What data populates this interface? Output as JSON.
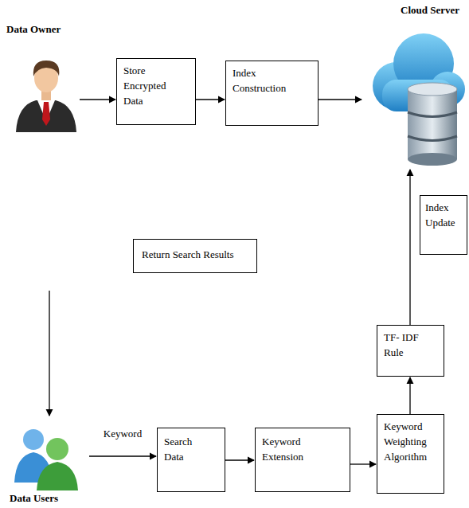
{
  "diagram": {
    "nodes": [
      {
        "text": [
          "Data Owner"
        ]
      },
      {
        "text": [
          "Store Encrypted Data"
        ]
      },
      {
        "text": [
          "Index Construction"
        ]
      },
      {
        "text": [
          "Cloud Server"
        ]
      },
      {
        "text": [
          "Index Update"
        ]
      },
      {
        "text": [
          "Return Search Results"
        ]
      },
      {
        "text": [
          "TF- IDF Rule"
        ]
      },
      {
        "text": [
          "Data Users"
        ]
      },
      {
        "text": [
          "Search Data"
        ]
      },
      {
        "text": [
          "Keyword Extension"
        ]
      },
      {
        "text": [
          "Keyword Weighting Algorithm"
        ]
      }
    ],
    "edges": [
      {
        "from": 0,
        "to": 1,
        "arrow": "to"
      },
      {
        "from": 1,
        "to": 2,
        "arrow": "to"
      },
      {
        "from": 2,
        "to": 3,
        "arrow": "to"
      },
      {
        "from": 6,
        "to": 3,
        "arrow": "to"
      },
      {
        "from": 10,
        "to": 6,
        "arrow": "to"
      },
      {
        "from": 9,
        "to": 10,
        "arrow": "to"
      },
      {
        "from": 8,
        "to": 9,
        "arrow": "to"
      },
      {
        "from": 7,
        "to": 8,
        "label": "Keyword",
        "arrow": "to"
      }
    ]
  }
}
